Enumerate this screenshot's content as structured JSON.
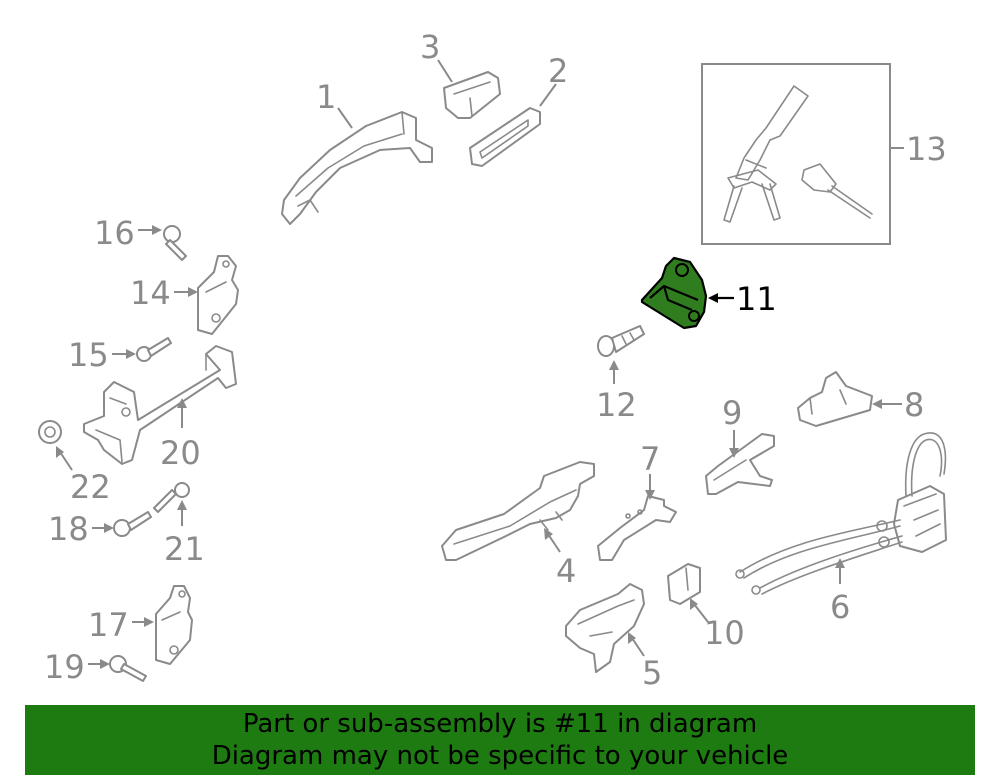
{
  "highlighted_part": "11",
  "callouts": {
    "c1": "1",
    "c2": "2",
    "c3": "3",
    "c4": "4",
    "c5": "5",
    "c6": "6",
    "c7": "7",
    "c8": "8",
    "c9": "9",
    "c10": "10",
    "c11": "11",
    "c12": "12",
    "c13": "13",
    "c14": "14",
    "c15": "15",
    "c16": "16",
    "c17": "17",
    "c18": "18",
    "c19": "19",
    "c20": "20",
    "c21": "21",
    "c22": "22"
  },
  "banner": {
    "line1": "Part or sub-assembly is #11 in diagram",
    "line2": "Diagram may not be specific to your vehicle"
  },
  "colors": {
    "highlight_fill": "#2f7d1e",
    "banner_background": "#1d7b12",
    "line_gray": "#8a8a8a"
  }
}
